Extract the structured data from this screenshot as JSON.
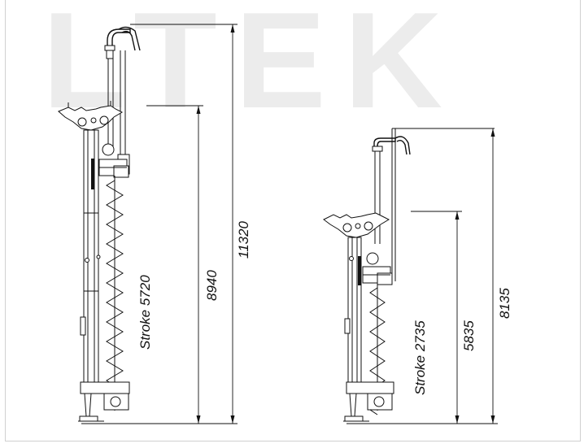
{
  "watermark": {
    "text": "LTEK",
    "color": "#ececec"
  },
  "left_rig": {
    "stroke_label": "Stroke 5720",
    "height_mast": "8940",
    "height_total": "11320"
  },
  "right_rig": {
    "stroke_label": "Stroke 2735",
    "height_mast": "5835",
    "height_total": "8135"
  },
  "colors": {
    "line": "#111111",
    "background": "#ffffff"
  }
}
